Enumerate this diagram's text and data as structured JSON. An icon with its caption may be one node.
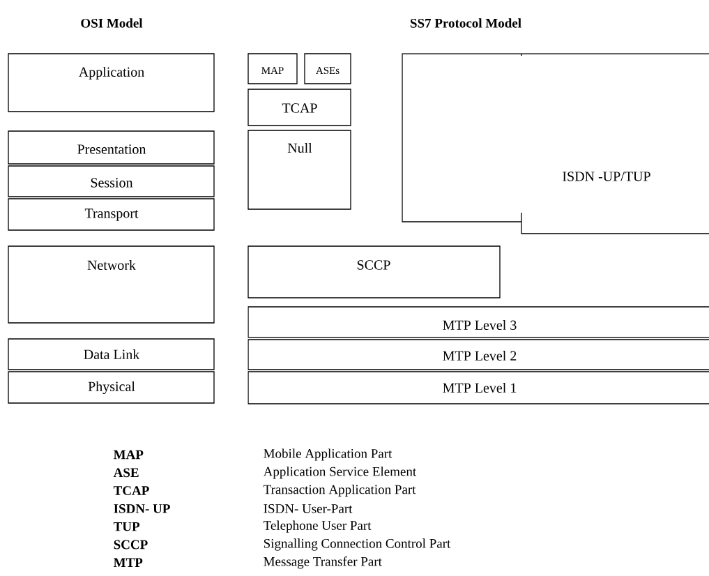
{
  "diagram": {
    "nodes": [
      {
        "text": [
          "Application"
        ]
      },
      {
        "text": [
          "Presentation"
        ]
      },
      {
        "text": [
          "Session"
        ]
      },
      {
        "text": [
          "Transport"
        ]
      },
      {
        "text": [
          "Network"
        ]
      },
      {
        "text": [
          "Data Link"
        ]
      },
      {
        "text": [
          "Physical"
        ]
      },
      {
        "text": [
          "MAP"
        ]
      },
      {
        "text": [
          "ASEs"
        ]
      },
      {
        "text": [
          "TCAP"
        ]
      },
      {
        "text": [
          "Null"
        ]
      },
      {
        "text": [
          "ISDN -UP/TUP"
        ]
      },
      {
        "text": [
          "SCCP"
        ]
      },
      {
        "text": [
          "MTP Level 3"
        ]
      },
      {
        "text": [
          "MTP Level 2"
        ]
      },
      {
        "text": [
          "MTP Level 1"
        ]
      }
    ],
    "labels": [
      "OSI Model",
      "SS7 Protocol Model",
      "MAP",
      "Mobile Application Part",
      "ASE",
      "Application Service Element",
      "TCAP",
      "Transaction Application Part",
      "ISDN- UP",
      "ISDN- User-Part",
      "TUP",
      "Telephone User Part",
      "SCCP",
      "Signalling Connection Control Part",
      "MTP",
      "Message Transfer Part"
    ]
  }
}
